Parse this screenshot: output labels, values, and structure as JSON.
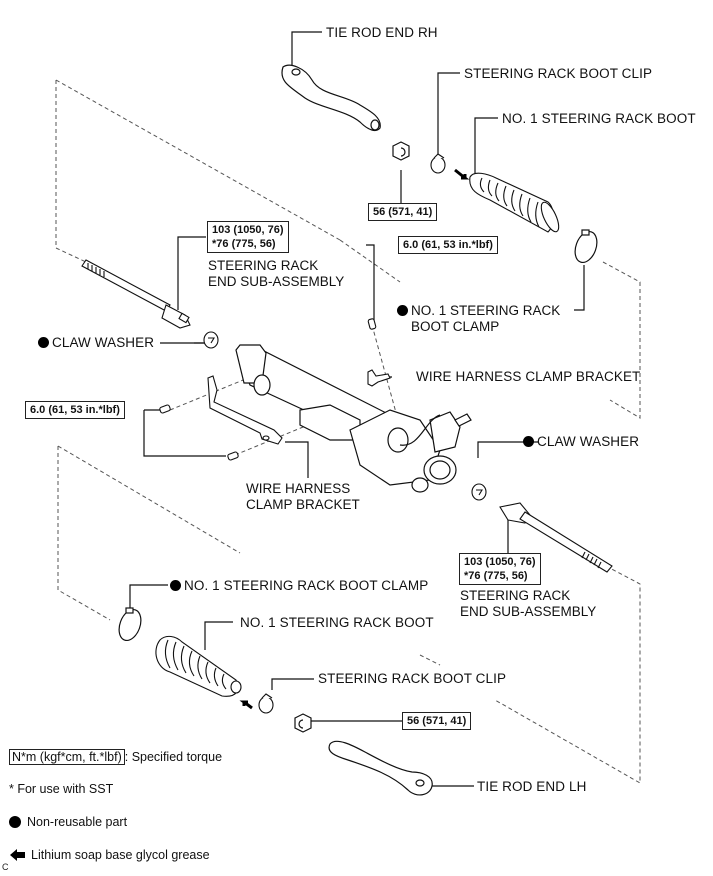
{
  "labels": {
    "tie_rod_end_rh": "TIE ROD END RH",
    "boot_clip_upper": "STEERING RACK BOOT CLIP",
    "boot_upper": "NO. 1 STEERING RACK BOOT",
    "rack_end_upper_line1": "STEERING RACK",
    "rack_end_upper_line2": "END SUB-ASSEMBLY",
    "boot_clamp_upper_line1": "NO. 1 STEERING RACK",
    "boot_clamp_upper_line2": "BOOT CLAMP",
    "claw_washer_left": "CLAW WASHER",
    "wire_bracket_right": "WIRE HARNESS CLAMP BRACKET",
    "wire_bracket_lower_line1": "WIRE HARNESS",
    "wire_bracket_lower_line2": "CLAMP BRACKET",
    "claw_washer_right": "CLAW WASHER",
    "rack_end_lower_line1": "STEERING RACK",
    "rack_end_lower_line2": "END SUB-ASSEMBLY",
    "boot_clamp_lower": "NO. 1 STEERING RACK BOOT CLAMP",
    "boot_lower": "NO. 1 STEERING RACK BOOT",
    "boot_clip_lower": "STEERING RACK BOOT CLIP",
    "tie_rod_end_lh": "TIE ROD END LH"
  },
  "torques": {
    "nut_upper": "56 (571, 41)",
    "rack_end_upper_line1": "103 (1050, 76)",
    "rack_end_upper_line2": "*76 (775, 56)",
    "bracket_bolt_upper": "6.0 (61, 53 in.*lbf)",
    "bracket_bolt_left": "6.0 (61, 53 in.*lbf)",
    "rack_end_lower_line1": "103 (1050, 76)",
    "rack_end_lower_line2": "*76 (775, 56)",
    "nut_lower": "56 (571, 41)"
  },
  "legend": {
    "torque_unit": "N*m (kgf*cm, ft.*lbf)",
    "torque_desc": ": Specified torque",
    "sst": "* For use with SST",
    "non_reusable": "Non-reusable part",
    "grease": "Lithium soap base glycol grease"
  },
  "corner_mark": "C"
}
